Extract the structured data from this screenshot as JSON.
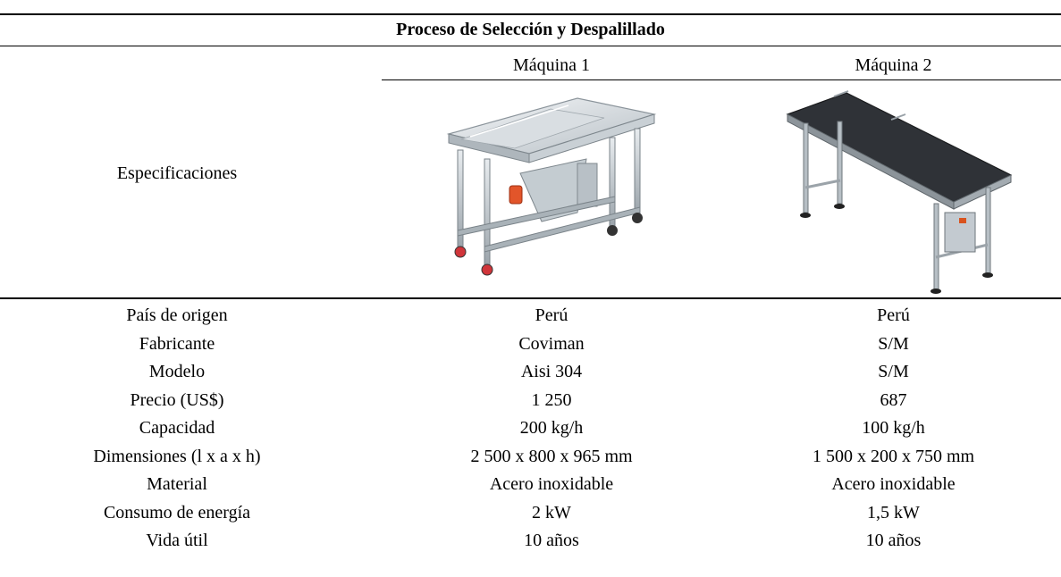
{
  "table": {
    "title": "Proceso de Selección y Despalillado",
    "machine_headers": [
      "Máquina 1",
      "Máquina 2"
    ],
    "spec_label": "Especificaciones",
    "machine_images": [
      "vibrating-sorting-table-image",
      "conveyor-belt-image"
    ],
    "rows": [
      {
        "label": "País de origen",
        "m1": "Perú",
        "m2": "Perú"
      },
      {
        "label": "Fabricante",
        "m1": "Coviman",
        "m2": "S/M"
      },
      {
        "label": "Modelo",
        "m1": "Aisi 304",
        "m2": "S/M"
      },
      {
        "label": "Precio (US$)",
        "m1": "1 250",
        "m2": "687"
      },
      {
        "label": "Capacidad",
        "m1": "200 kg/h",
        "m2": "100 kg/h"
      },
      {
        "label": "Dimensiones (l x a x h)",
        "m1": "2 500 x 800 x 965 mm",
        "m2": "1 500 x 200 x 750 mm"
      },
      {
        "label": "Material",
        "m1": "Acero inoxidable",
        "m2": "Acero inoxidable"
      },
      {
        "label": "Consumo de energía",
        "m1": "2 kW",
        "m2": "1,5 kW"
      },
      {
        "label": "Vida útil",
        "m1": "10 años",
        "m2": "10 años"
      }
    ]
  }
}
